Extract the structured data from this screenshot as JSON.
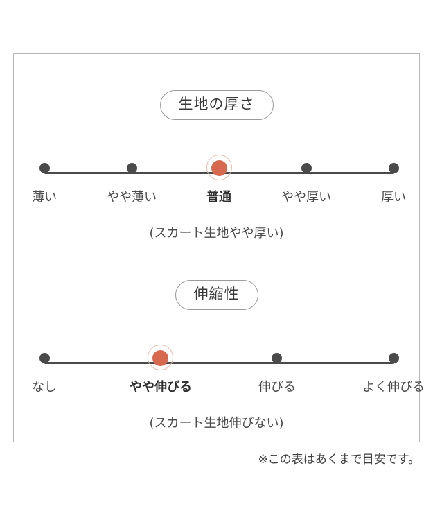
{
  "colors": {
    "dot": "#4A4A4A",
    "line": "#4A4A4A",
    "active_dot": "#D6694E",
    "active_ring": "#E8BDAE",
    "border": "#B7B7B7",
    "text": "#4B4B4B"
  },
  "card": {
    "sections": [
      {
        "badge_label": "生地の厚さ",
        "scale_points": 5,
        "active_index": 2,
        "labels": [
          "薄い",
          "やや薄い",
          "普通",
          "やや厚い",
          "厚い"
        ],
        "note": "(スカート生地やや厚い)"
      },
      {
        "badge_label": "伸縮性",
        "scale_points": 4,
        "active_index": 1,
        "labels": [
          "なし",
          "やや伸びる",
          "伸びる",
          "よく伸びる"
        ],
        "note": "(スカート生地伸びない)"
      }
    ]
  },
  "footnote": "※この表はあくまで目安です。",
  "chart_data": {
    "type": "scatter",
    "title": "",
    "charts": [
      {
        "name": "生地の厚さ",
        "categories": [
          "薄い",
          "やや薄い",
          "普通",
          "やや厚い",
          "厚い"
        ],
        "values": [
          0,
          0,
          1,
          0,
          0
        ],
        "selected": "普通",
        "annotation": "(スカート生地やや厚い)"
      },
      {
        "name": "伸縮性",
        "categories": [
          "なし",
          "やや伸びる",
          "伸びる",
          "よく伸びる"
        ],
        "values": [
          0,
          1,
          0,
          0
        ],
        "selected": "やや伸びる",
        "annotation": "(スカート生地伸びない)"
      }
    ],
    "footnote": "※この表はあくまで目安です。"
  }
}
